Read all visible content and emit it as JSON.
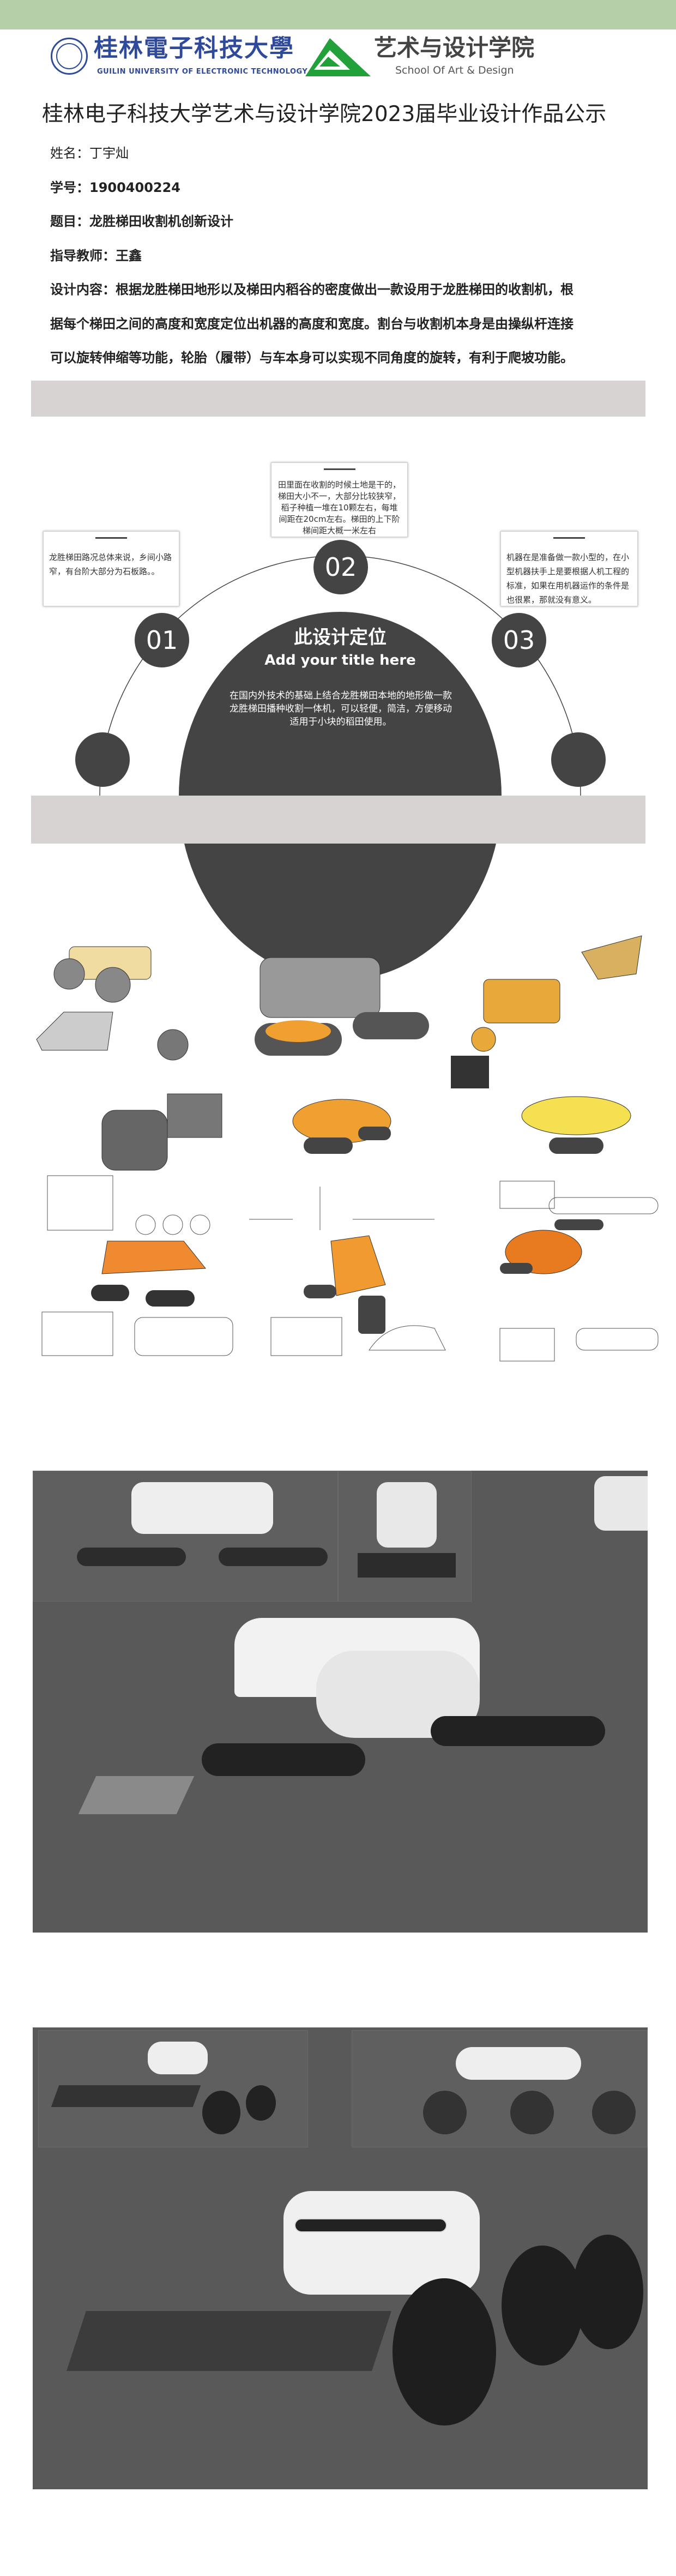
{
  "header": {
    "university_cn": "桂林電子科技大學",
    "university_en": "GUILIN UNIVERSITY OF ELECTRONIC TECHNOLOGY",
    "school_cn": "艺术与设计学院",
    "school_en": "School Of Art & Design",
    "accent_color": "#b5cfa8"
  },
  "title": "桂林电子科技大学艺术与设计学院2023届毕业设计作品公示",
  "info": {
    "name": "姓名：丁宇灿",
    "student_id": "学号：1900400224",
    "topic": "题目：龙胜梯田收割机创新设计",
    "advisor": "指导教师：王鑫",
    "content_lines": [
      "设计内容：根据龙胜梯田地形以及梯田内稻谷的密度做出一款设用于龙胜梯田的收割机，根",
      "据每个梯田之间的高度和宽度定位出机器的高度和宽度。割台与收割机本身是由操纵杆连接",
      "可以旋转伸缩等功能，轮胎（履带）与车本身可以实现不同角度的旋转，有利于爬坡功能。"
    ]
  },
  "diagram": {
    "center_title": "此设计定位",
    "center_subtitle": "Add your title here",
    "center_body": "在国内外技术的基础上结合龙胜梯田本地的地形做一款龙胜梯田播种收割一体机，可以轻便，简洁，方便移动适用于小块的稻田使用。",
    "points": [
      {
        "number": "01",
        "text": "龙胜梯田路况总体来说，乡间小路窄，有台阶大部分为石板路。。"
      },
      {
        "number": "02",
        "text": "田里面在收割的时候土地是干的，梯田大小不一，大部分比较狭窄，稻子种植一堆在10颗左右，每堆间距在20cm左右。梯田的上下阶梯间距大概一米左右"
      },
      {
        "number": "03",
        "text": "机器在是准备做一款小型的，在小型机器扶手上是要根据人机工程的标准，如果在用机器运作的条件是也很累，那就没有意义。"
      }
    ]
  }
}
